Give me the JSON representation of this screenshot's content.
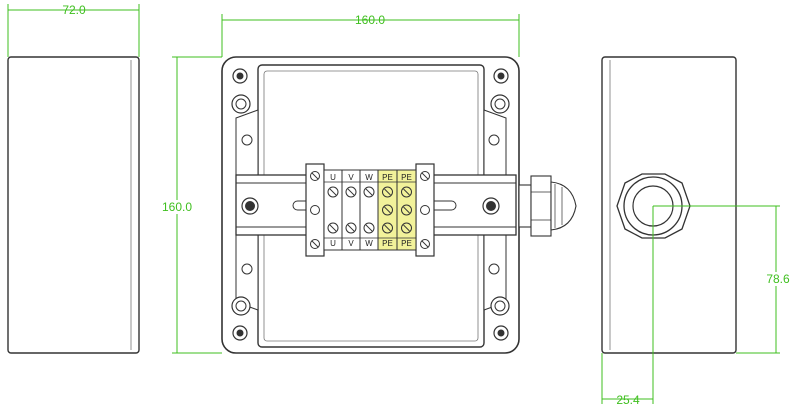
{
  "colors": {
    "dimension": "#3fbf1f",
    "outline": "#333333",
    "terminal_fill": "#f2f29a",
    "terminal_accent": "#e8e832"
  },
  "dimensions": {
    "side_width": "72.0",
    "front_width": "160.0",
    "front_height": "160.0",
    "gland_height": "78.6",
    "gland_offset": "25.4"
  },
  "terminals": {
    "labels": [
      "U",
      "V",
      "W",
      "PE",
      "PE"
    ]
  },
  "views": {
    "left": "side-view-left",
    "front": "front-view",
    "right": "side-view-right"
  }
}
